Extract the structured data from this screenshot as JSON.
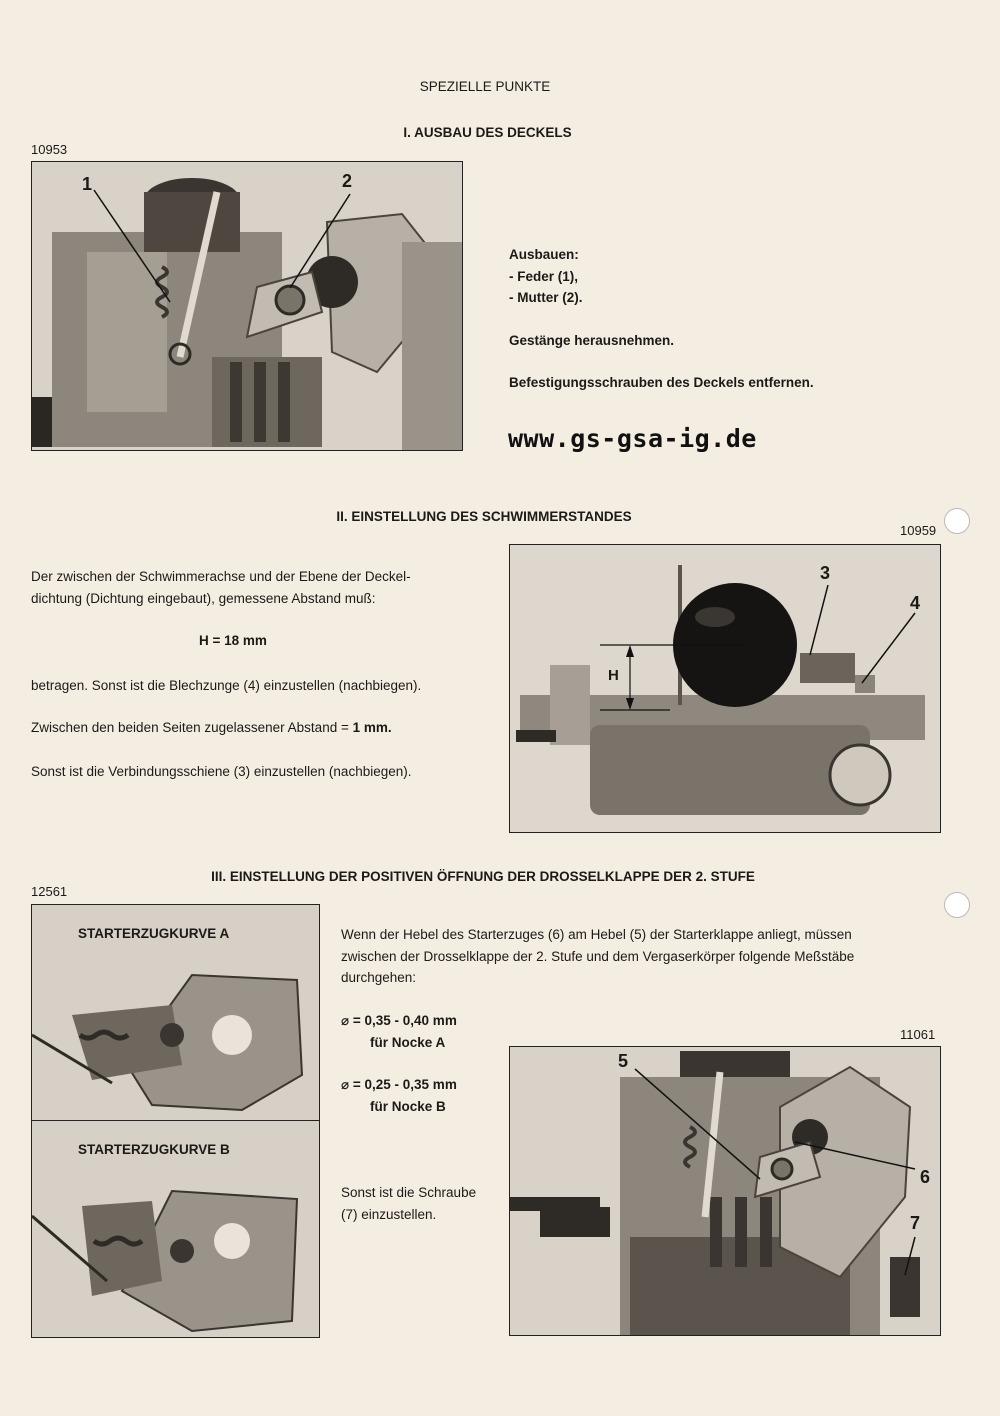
{
  "header": "SPEZIELLE PUNKTE",
  "section1": {
    "title": "I. AUSBAU DES DECKELS",
    "figure": "10953",
    "callouts": [
      "1",
      "2"
    ],
    "lines": [
      "Ausbauen:",
      "- Feder (1),",
      "- Mutter (2)."
    ],
    "step2": "Gestänge herausnehmen.",
    "step3": "Befestigungsschrauben des Deckels entfernen."
  },
  "watermark": "www.gs-gsa-ig.de",
  "section2": {
    "title": "II. EINSTELLUNG DES SCHWIMMERSTANDES",
    "figure": "10959",
    "callouts": [
      "3",
      "4"
    ],
    "h_label": "H",
    "p1": "Der zwischen der Schwimmerachse und der Ebene der Deckel-",
    "p2": "dichtung (Dichtung eingebaut), gemessene Abstand muß:",
    "formula": "H = 18 mm",
    "p3": "betragen. Sonst ist die Blechzunge (4) einzustellen (nachbiegen).",
    "p4_text": "Zwischen den beiden Seiten zugelassener Abstand = ",
    "p4_bold": "1 mm.",
    "p5": "Sonst ist die Verbindungsschiene (3) einzustellen (nachbiegen)."
  },
  "section3": {
    "title": "III. EINSTELLUNG DER POSITIVEN ÖFFNUNG DER DROSSELKLAPPE DER 2. STUFE",
    "figure_left": "12561",
    "label_a": "STARTERZUGKURVE A",
    "label_b": "STARTERZUGKURVE B",
    "intro1": "Wenn der Hebel des Starterzuges (6) am Hebel (5) der Starterklappe anliegt, müssen",
    "intro2": "zwischen der Drosselklappe der 2. Stufe und dem Vergaserkörper folgende Meßstäbe",
    "intro3": "durchgehen:",
    "spec_a_value": "⌀ = 0,35 - 0,40 mm",
    "spec_a_for": "für Nocke A",
    "spec_b_value": "⌀ = 0,25 - 0,35 mm",
    "spec_b_for": "für Nocke B",
    "outro1": "Sonst ist die Schraube",
    "outro2": "(7) einzustellen.",
    "figure_right": "11061",
    "callouts": [
      "5",
      "6",
      "7"
    ]
  }
}
